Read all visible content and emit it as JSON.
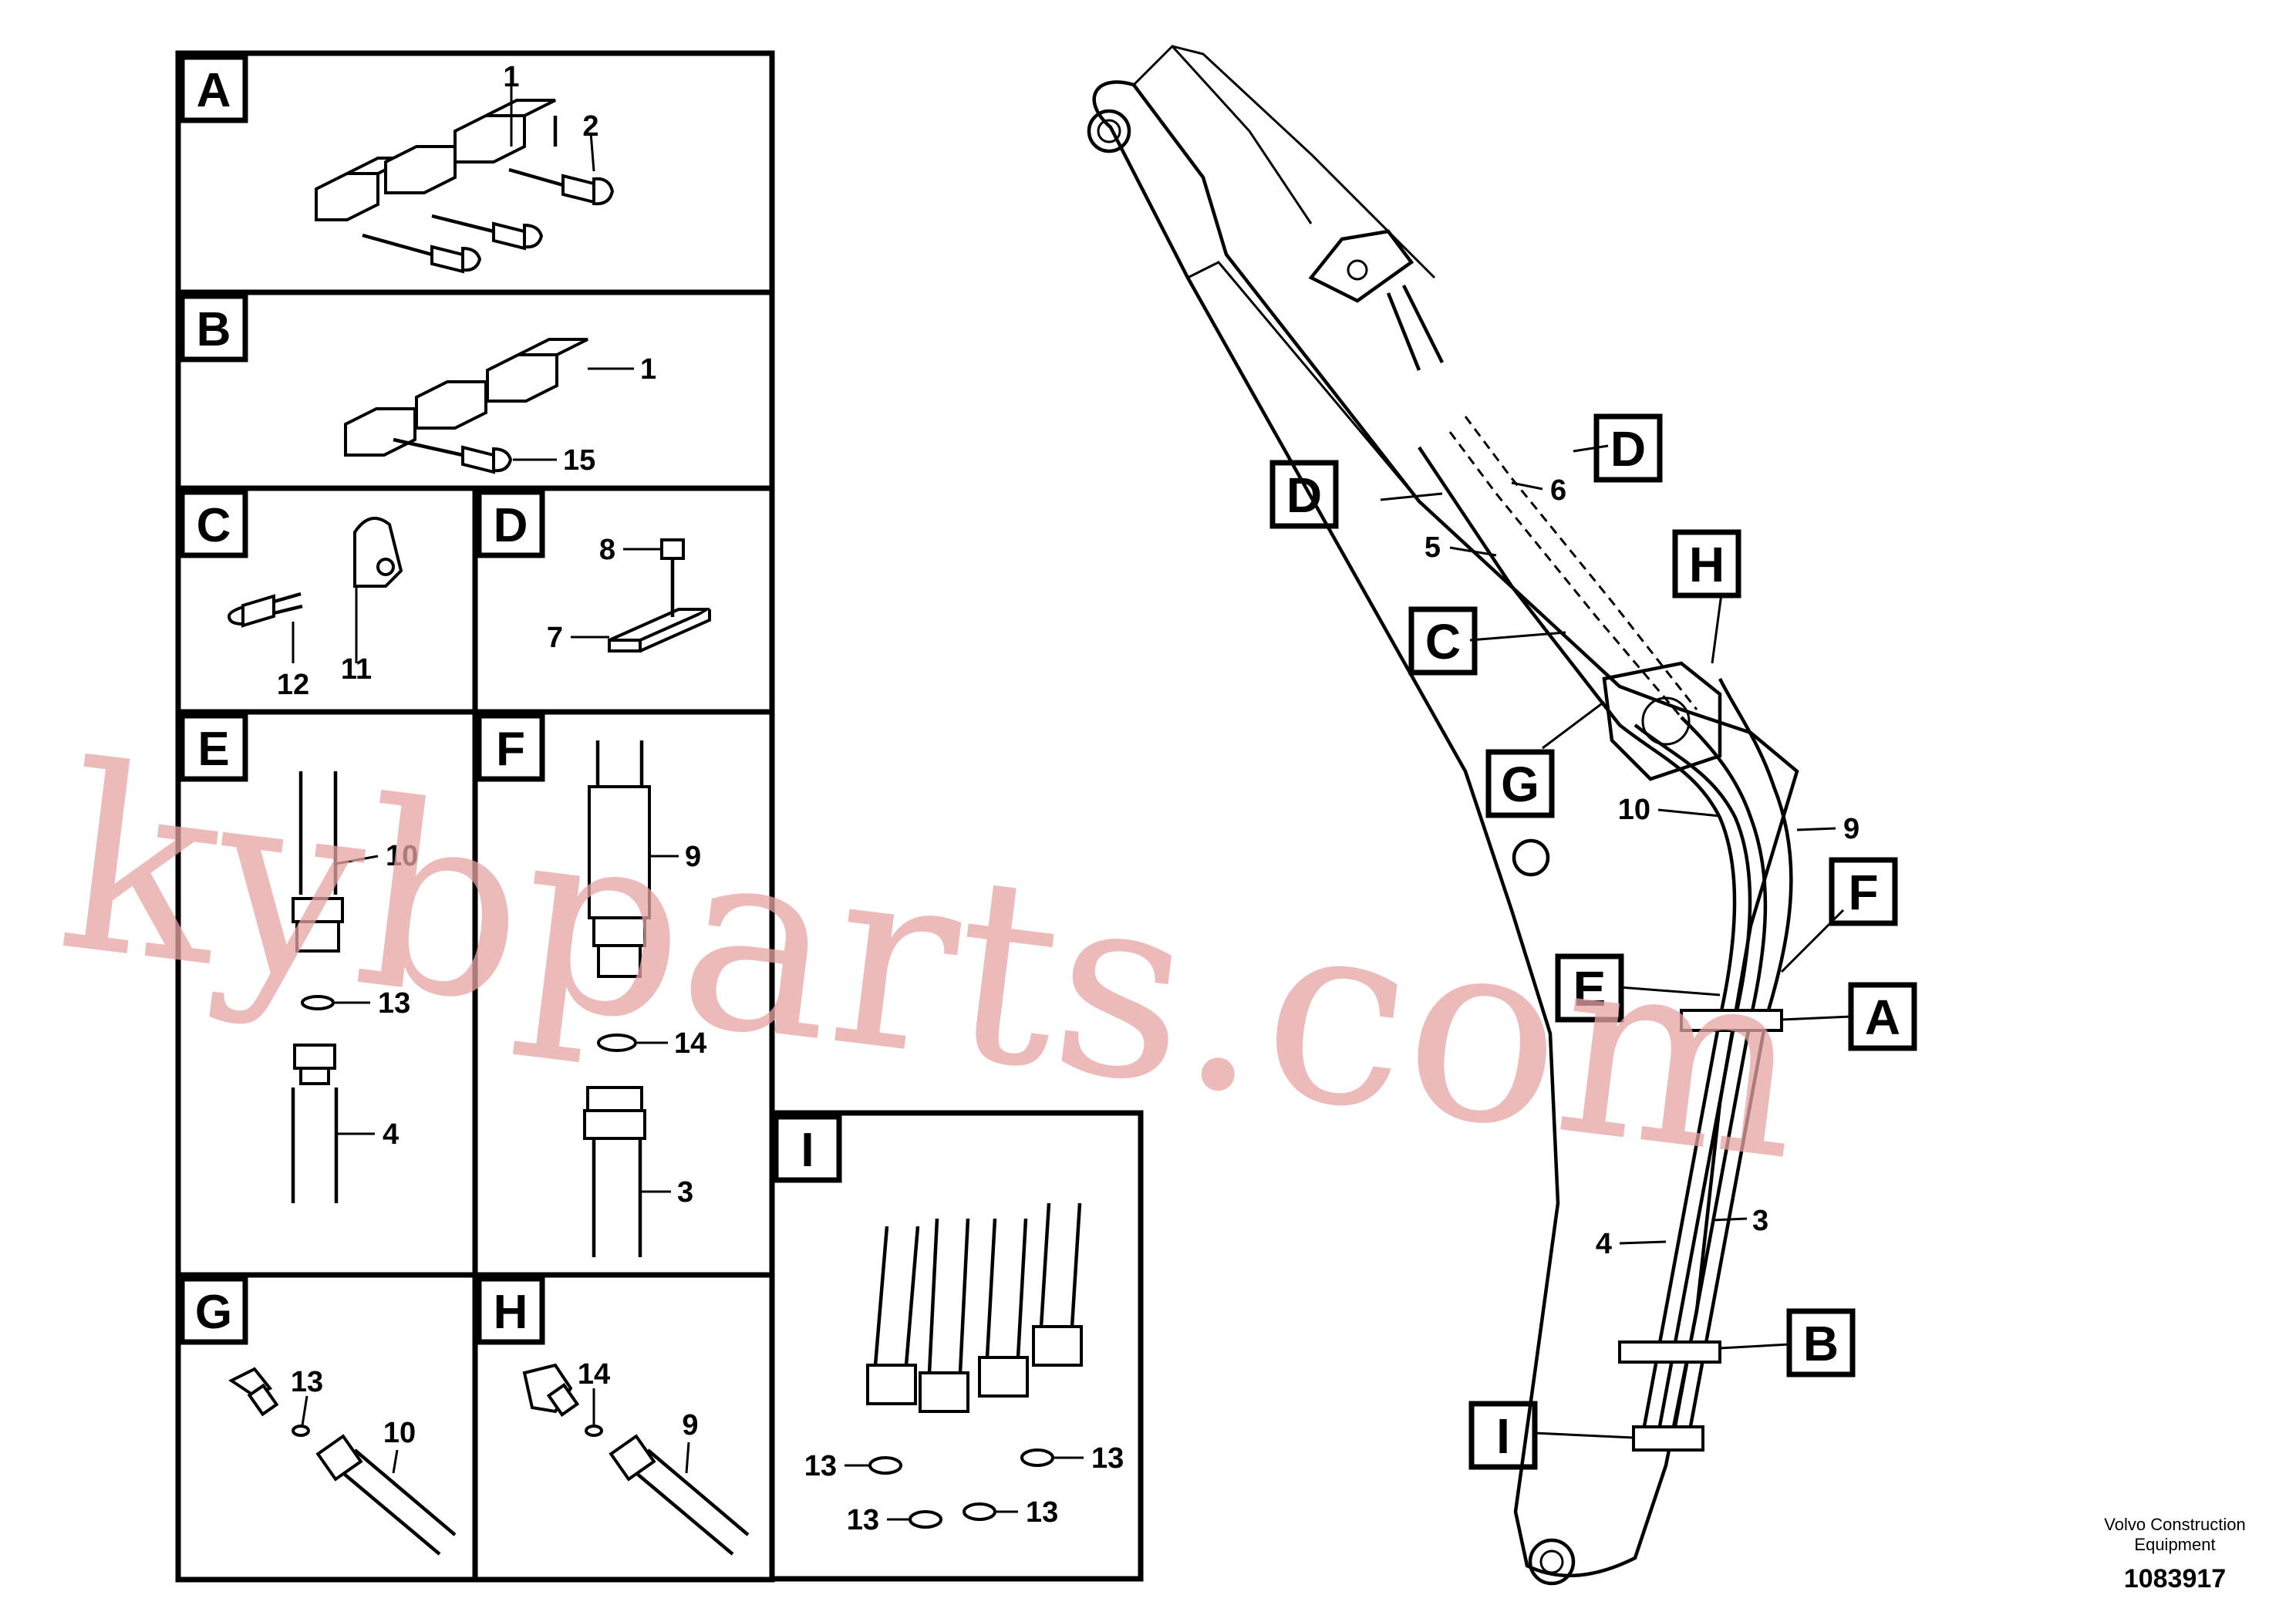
{
  "panels": {
    "A": {
      "letter": "A",
      "labels": [
        "1",
        "2"
      ]
    },
    "B": {
      "letter": "B",
      "labels": [
        "1",
        "15"
      ]
    },
    "C": {
      "letter": "C",
      "labels": [
        "12",
        "11"
      ]
    },
    "D": {
      "letter": "D",
      "labels": [
        "8",
        "7"
      ]
    },
    "E": {
      "letter": "E",
      "labels": [
        "10",
        "13",
        "4"
      ]
    },
    "F": {
      "letter": "F",
      "labels": [
        "9",
        "14",
        "3"
      ]
    },
    "G": {
      "letter": "G",
      "labels": [
        "13",
        "10"
      ]
    },
    "H": {
      "letter": "H",
      "labels": [
        "14",
        "9"
      ]
    },
    "I": {
      "letter": "I",
      "labels": [
        "13",
        "13",
        "13",
        "13"
      ]
    }
  },
  "main_view": {
    "callouts": [
      "D",
      "D",
      "H",
      "C",
      "G",
      "F",
      "E",
      "A",
      "B",
      "I"
    ],
    "part_labels": [
      "6",
      "5",
      "10",
      "9",
      "4",
      "3"
    ]
  },
  "footer": {
    "company_line1": "Volvo Construction",
    "company_line2": "Equipment",
    "drawing_number": "1083917"
  },
  "watermark": "kybparts.com"
}
